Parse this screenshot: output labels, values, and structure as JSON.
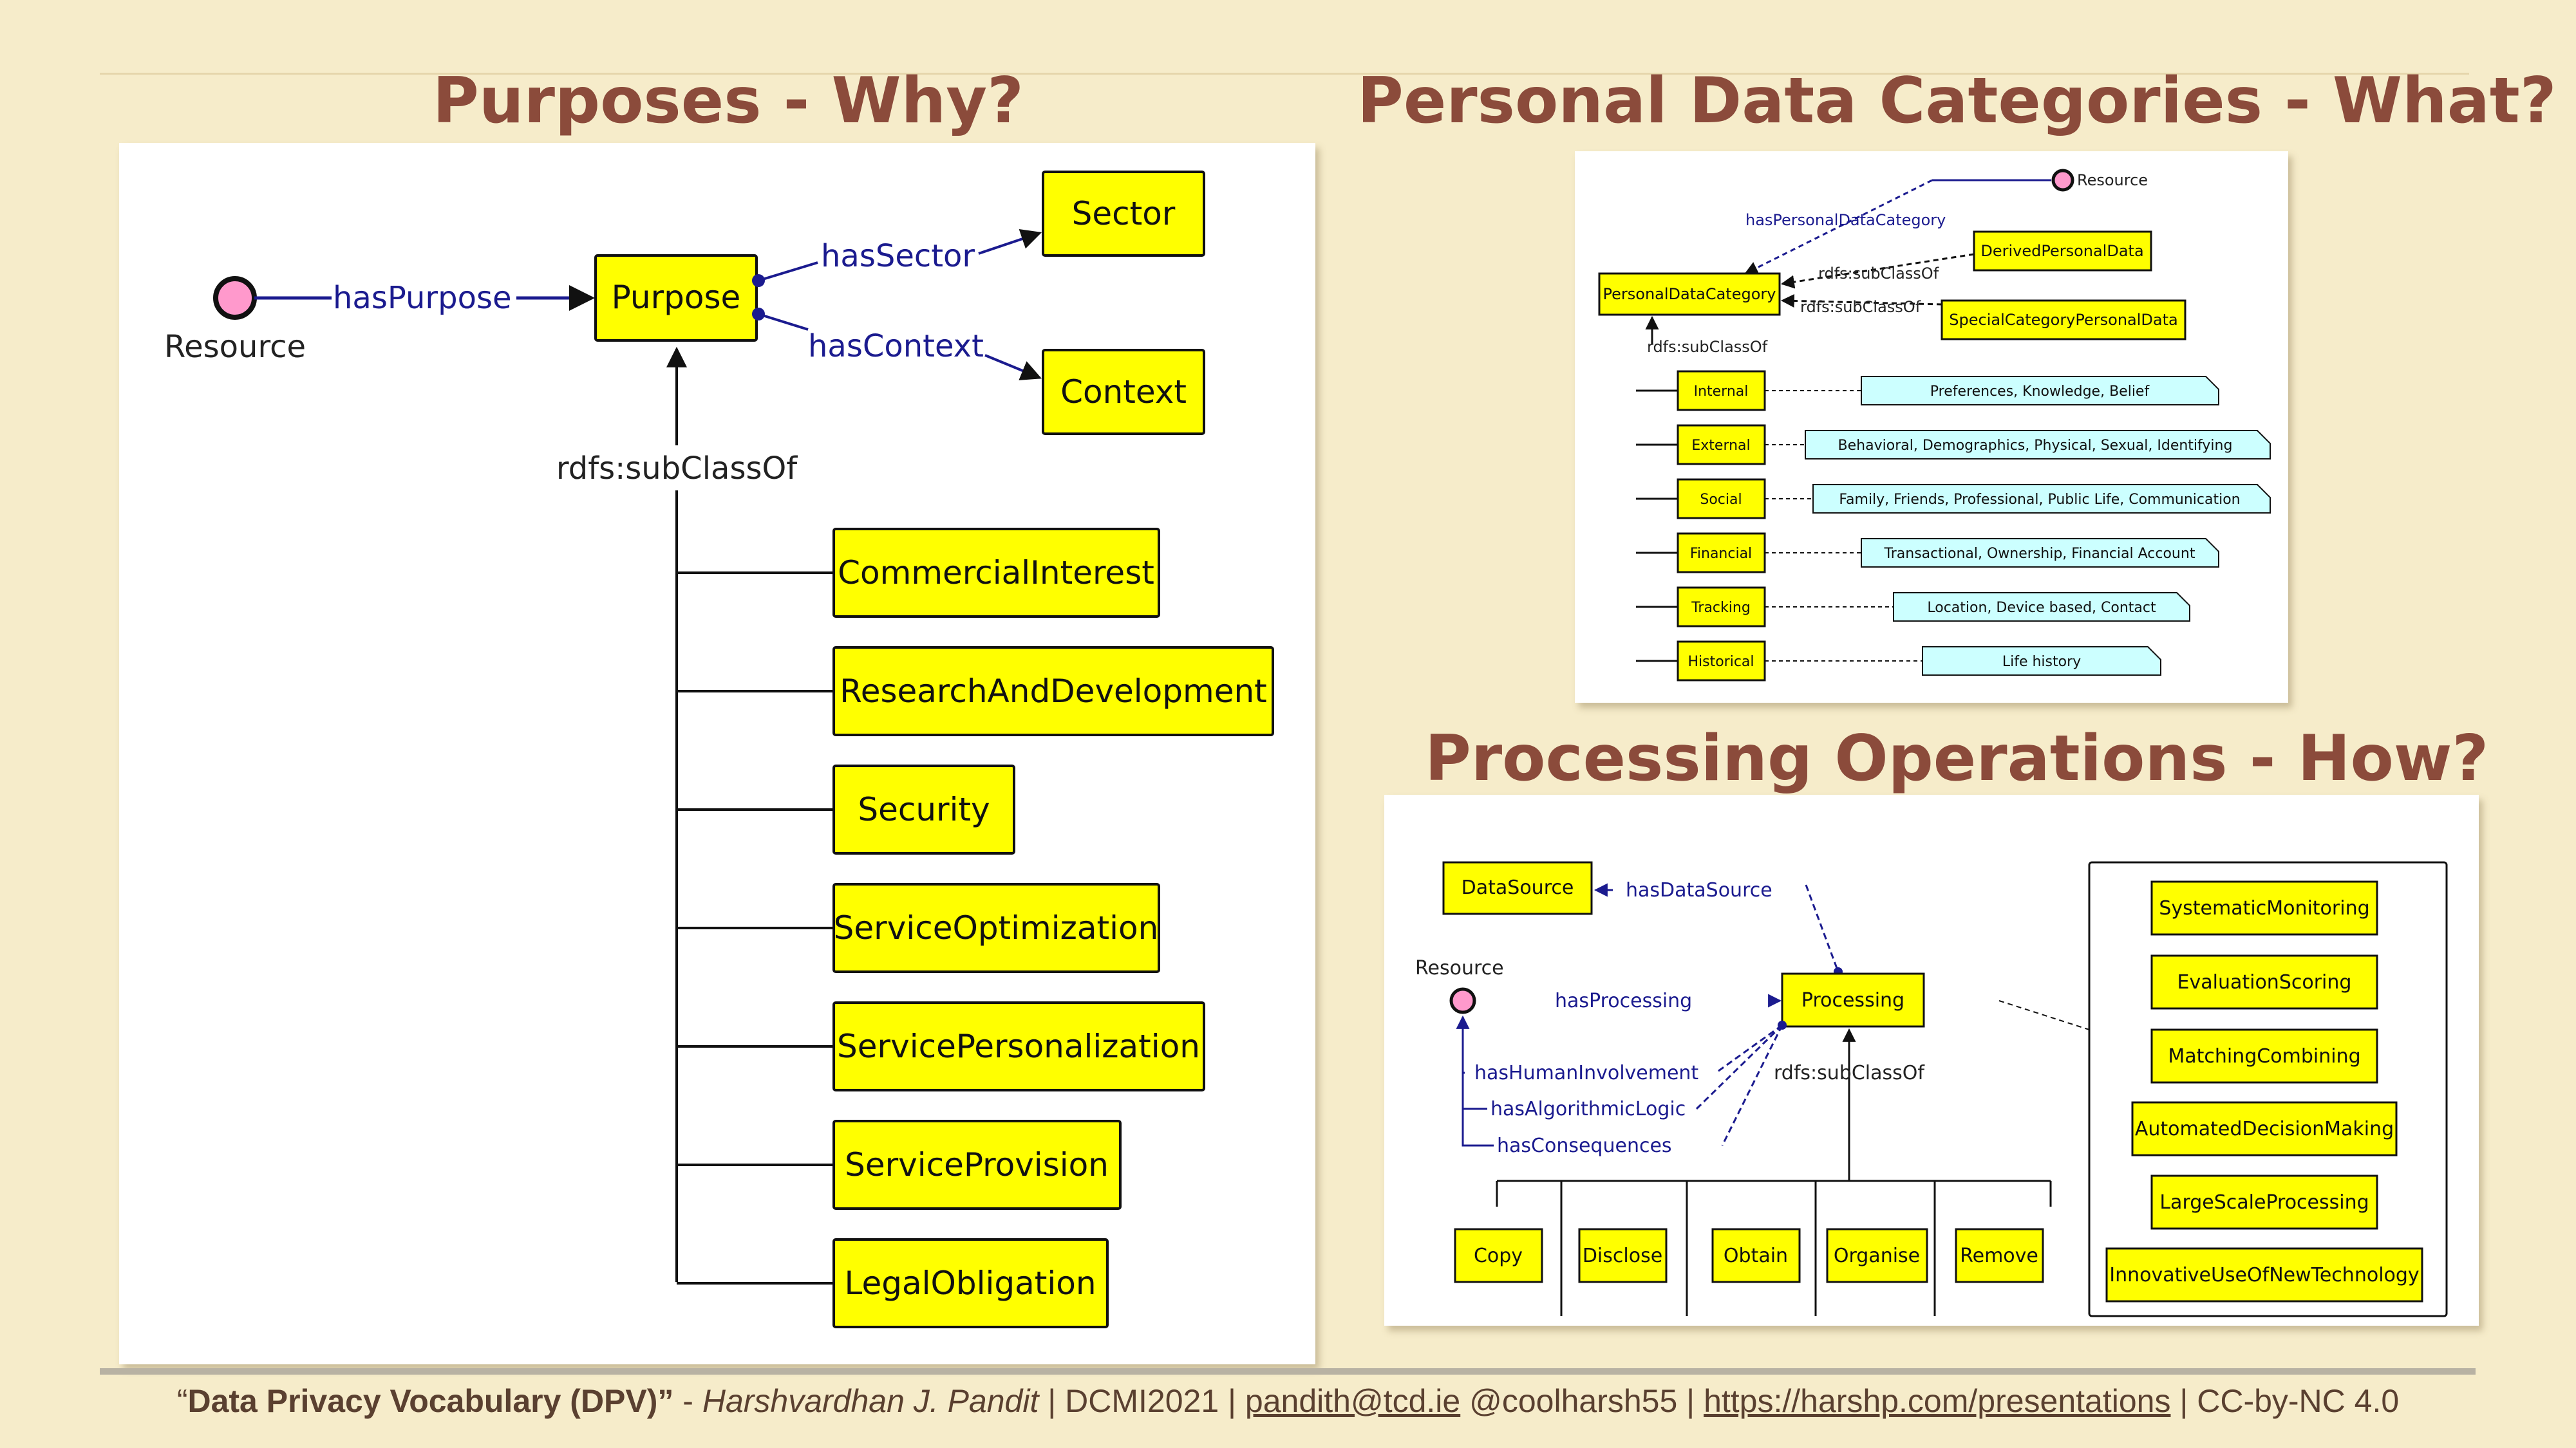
{
  "headings": {
    "purposes": "Purposes - Why?",
    "pdc": "Personal Data Categories - What?",
    "processing": "Processing Operations - How?"
  },
  "purposes_diagram": {
    "resource": "Resource",
    "has_purpose": "hasPurpose",
    "purpose": "Purpose",
    "has_sector": "hasSector",
    "sector": "Sector",
    "has_context": "hasContext",
    "context": "Context",
    "subclass": "rdfs:subClassOf",
    "subclasses": [
      "CommercialInterest",
      "ResearchAndDevelopment",
      "Security",
      "ServiceOptimization",
      "ServicePersonalization",
      "ServiceProvision",
      "LegalObligation"
    ]
  },
  "pdc_diagram": {
    "resource": "Resource",
    "has_pdc": "hasPersonalDataCategory",
    "pdc": "PersonalDataCategory",
    "subclass1": "rdfs:subClassOf",
    "subclass2": "rdfs:subClassOf",
    "subclass3": "rdfs:subClassOf",
    "derived": "DerivedPersonalData",
    "special": "SpecialCategoryPersonalData",
    "categories": [
      {
        "name": "Internal",
        "note": "Preferences, Knowledge, Belief"
      },
      {
        "name": "External",
        "note": "Behavioral, Demographics, Physical, Sexual, Identifying"
      },
      {
        "name": "Social",
        "note": "Family, Friends, Professional, Public Life, Communication"
      },
      {
        "name": "Financial",
        "note": "Transactional, Ownership, Financial Account"
      },
      {
        "name": "Tracking",
        "note": "Location, Device based, Contact"
      },
      {
        "name": "Historical",
        "note": "Life history"
      }
    ]
  },
  "processing_diagram": {
    "datasource": "DataSource",
    "has_datasource": "hasDataSource",
    "resource": "Resource",
    "has_processing": "hasProcessing",
    "processing": "Processing",
    "has_human": "hasHumanInvolvement",
    "has_algo": "hasAlgorithmicLogic",
    "has_consequences": "hasConsequences",
    "subclass": "rdfs:subClassOf",
    "ops": [
      "Copy",
      "Disclose",
      "Obtain",
      "Organise",
      "Remove"
    ],
    "side": [
      "SystematicMonitoring",
      "EvaluationScoring",
      "MatchingCombining",
      "AutomatedDecisionMaking",
      "LargeScaleProcessing",
      "InnovativeUseOfNewTechnology"
    ]
  },
  "footer": {
    "open_quote": "“",
    "title": "Data Privacy Vocabulary (DPV)”",
    "sep1": " - ",
    "author": "Harshvardhan J. Pandit",
    "sep2": " | DCMI2021 | ",
    "email": "pandith@tcd.ie",
    "handle": " @coolharsh55 | ",
    "url": "https://harshp.com/presentations",
    "license": " | CC-by-NC 4.0"
  },
  "colors": {
    "node": "#ffff00",
    "note": "#ccffff",
    "edge": "#1b1b8f",
    "resource": "#ff99cc",
    "heading": "#8b4b3b",
    "background": "#f6ecca"
  }
}
